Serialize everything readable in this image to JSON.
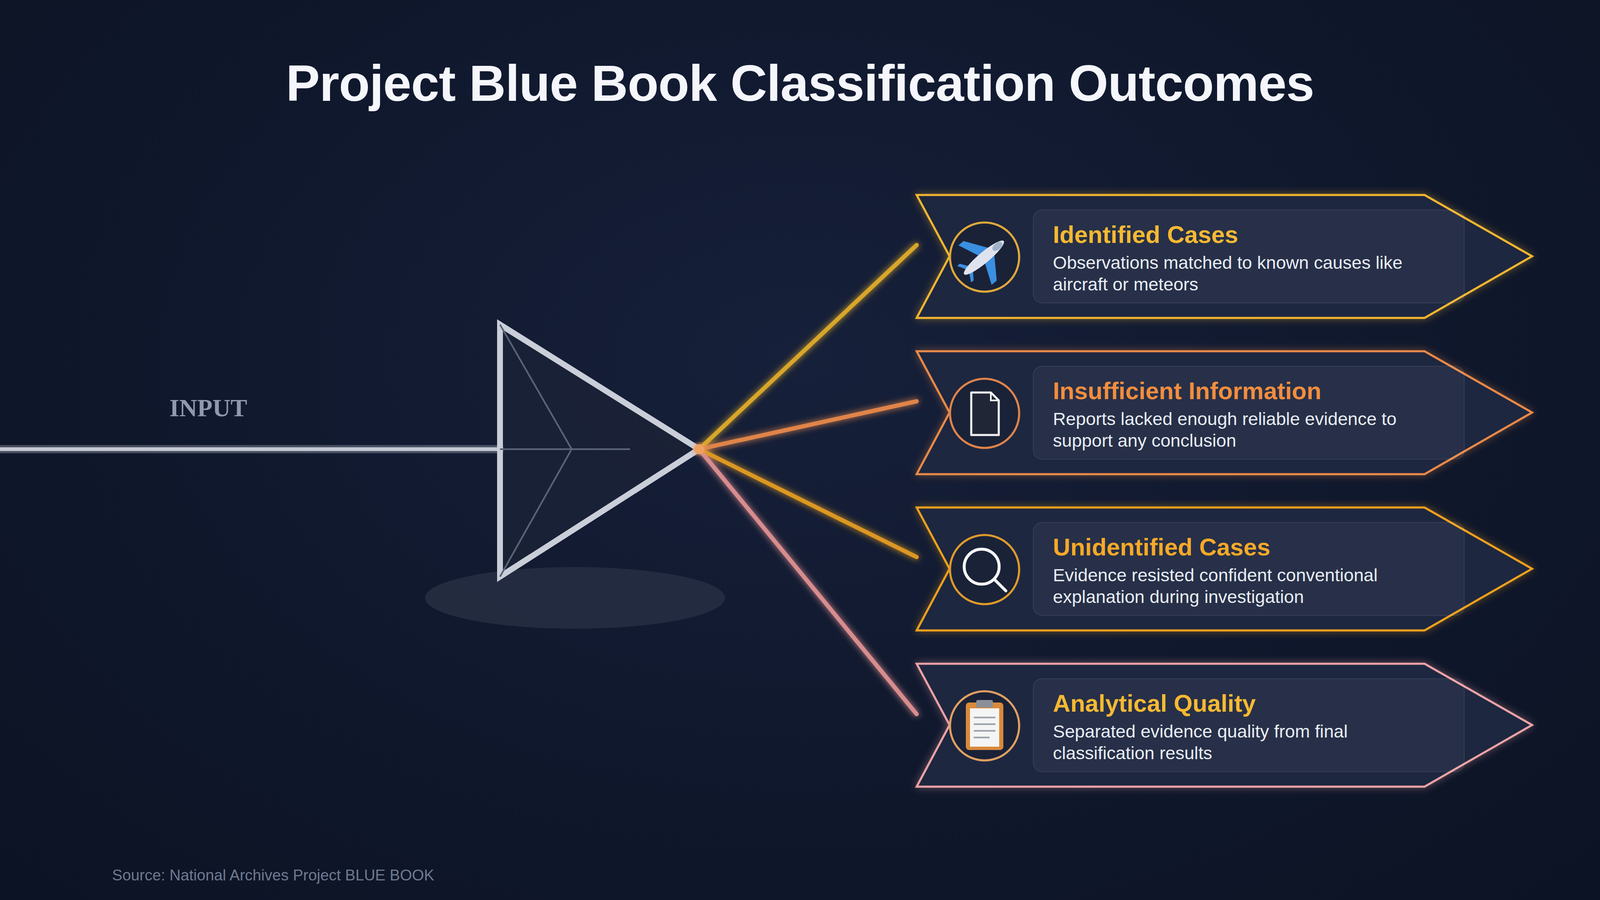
{
  "diagram": {
    "title": "Project Blue Book Classification Outcomes",
    "caption": "Source: National Archives Project BLUE BOOK",
    "nodes": [
      {
        "text": [
          "Identified Cases",
          "Observations matched to known causes like aircraft or meteors"
        ]
      },
      {
        "text": [
          "Insufficient Information",
          "Reports lacked enough reliable evidence to support any conclusion"
        ]
      },
      {
        "text": [
          "Unidentified Cases",
          "Evidence resisted confident conventional explanation during investigation"
        ]
      },
      {
        "text": [
          "Analytical Quality",
          "Separated evidence quality from final classification results"
        ]
      }
    ],
    "labels": [
      "INPUT"
    ]
  }
}
